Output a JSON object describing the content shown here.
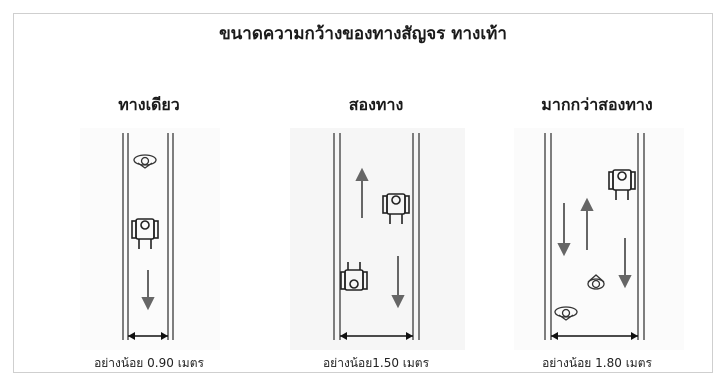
{
  "title": "ขนาดความกว้างของทางสัญจร ทางเท้า",
  "columns": [
    {
      "label": "ทางเดียว",
      "caption": "อย่างน้อย 0.90 เมตร"
    },
    {
      "label": "สองทาง",
      "caption": "อย่างน้อย1.50 เมตร"
    },
    {
      "label": "มากกว่าสองทาง",
      "caption": "อย่างน้อย 1.80 เมตร"
    }
  ]
}
